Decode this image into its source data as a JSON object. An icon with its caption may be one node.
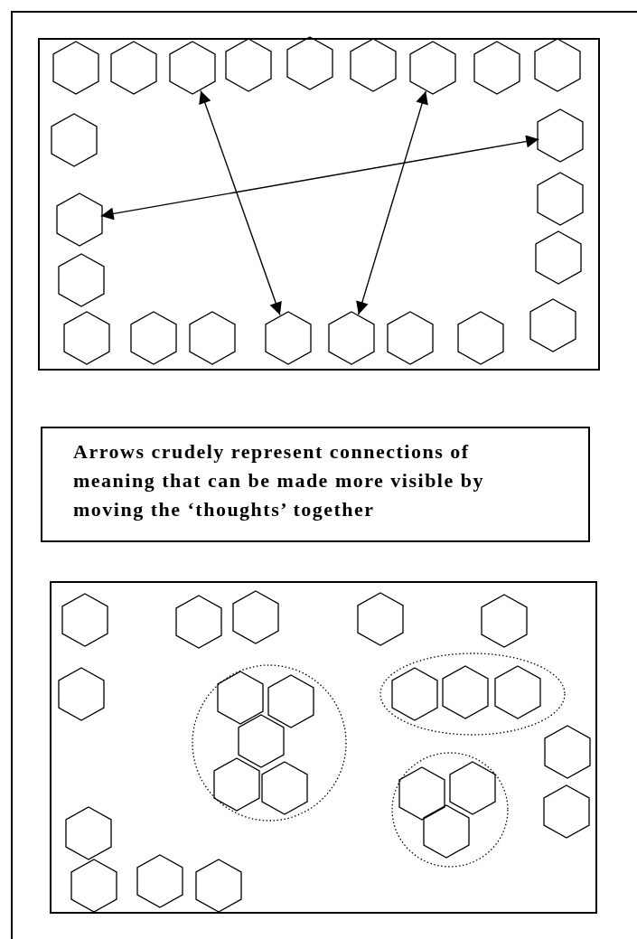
{
  "diagram": {
    "nodes": [
      {
        "text": [],
        "shape": "box"
      },
      {
        "text": [],
        "shape": "hexagon",
        "in": 0
      },
      {
        "text": [],
        "shape": "hexagon",
        "in": 0
      },
      {
        "text": [],
        "shape": "hexagon",
        "in": 0
      },
      {
        "text": [],
        "shape": "hexagon",
        "in": 0
      },
      {
        "text": [],
        "shape": "hexagon",
        "in": 0
      },
      {
        "text": [],
        "shape": "hexagon",
        "in": 0
      },
      {
        "text": [],
        "shape": "hexagon",
        "in": 0
      },
      {
        "text": [],
        "shape": "hexagon",
        "in": 0
      },
      {
        "text": [],
        "shape": "hexagon",
        "in": 0
      },
      {
        "text": [],
        "shape": "hexagon",
        "in": 0
      },
      {
        "text": [],
        "shape": "hexagon",
        "in": 0
      },
      {
        "text": [],
        "shape": "hexagon",
        "in": 0
      },
      {
        "text": [],
        "shape": "hexagon",
        "in": 0
      },
      {
        "text": [],
        "shape": "hexagon",
        "in": 0
      },
      {
        "text": [],
        "shape": "hexagon",
        "in": 0
      },
      {
        "text": [],
        "shape": "hexagon",
        "in": 0
      },
      {
        "text": [],
        "shape": "hexagon",
        "in": 0
      },
      {
        "text": [],
        "shape": "hexagon",
        "in": 0
      },
      {
        "text": [],
        "shape": "hexagon",
        "in": 0
      },
      {
        "text": [],
        "shape": "hexagon",
        "in": 0
      },
      {
        "text": [],
        "shape": "hexagon",
        "in": 0
      },
      {
        "text": [],
        "shape": "hexagon",
        "in": 0
      },
      {
        "text": [],
        "shape": "hexagon",
        "in": 0
      },
      {
        "text": [
          "Arrows crudely represent connections of meaning that can be made more visible by moving the ‘thoughts’ together"
        ]
      },
      {
        "text": [],
        "shape": "box"
      },
      {
        "text": [],
        "shape": "hexagon",
        "in": 25
      },
      {
        "text": [],
        "shape": "hexagon",
        "in": 25
      },
      {
        "text": [],
        "shape": "hexagon",
        "in": 25
      },
      {
        "text": [],
        "shape": "hexagon",
        "in": 25
      },
      {
        "text": [],
        "shape": "hexagon",
        "in": 25
      },
      {
        "text": [],
        "shape": "hexagon",
        "in": 25
      },
      {
        "text": [],
        "shape": "ellipse",
        "in": 25
      },
      {
        "text": [],
        "shape": "hexagon",
        "in": 32
      },
      {
        "text": [],
        "shape": "hexagon",
        "in": 32
      },
      {
        "text": [],
        "shape": "hexagon",
        "in": 32
      },
      {
        "text": [],
        "shape": "hexagon",
        "in": 32
      },
      {
        "text": [],
        "shape": "hexagon",
        "in": 32
      },
      {
        "text": [],
        "shape": "ellipse",
        "in": 25
      },
      {
        "text": [],
        "shape": "hexagon",
        "in": 38
      },
      {
        "text": [],
        "shape": "hexagon",
        "in": 38
      },
      {
        "text": [],
        "shape": "hexagon",
        "in": 38
      },
      {
        "text": [],
        "shape": "hexagon",
        "in": 25
      },
      {
        "text": [],
        "shape": "hexagon",
        "in": 25
      },
      {
        "text": [],
        "shape": "ellipse",
        "in": 25
      },
      {
        "text": [],
        "shape": "hexagon",
        "in": 44
      },
      {
        "text": [],
        "shape": "hexagon",
        "in": 44
      },
      {
        "text": [],
        "shape": "hexagon",
        "in": 44
      },
      {
        "text": [],
        "shape": "hexagon",
        "in": 25
      },
      {
        "text": [],
        "shape": "hexagon",
        "in": 25
      },
      {
        "text": [],
        "shape": "hexagon",
        "in": 25
      },
      {
        "text": [],
        "shape": "hexagon",
        "in": 25
      }
    ],
    "edges": [
      {
        "from": 3,
        "to": 19,
        "arrow": "both"
      },
      {
        "from": 7,
        "to": 20,
        "arrow": "both"
      },
      {
        "from": 13,
        "to": 11,
        "arrow": "both"
      }
    ]
  }
}
